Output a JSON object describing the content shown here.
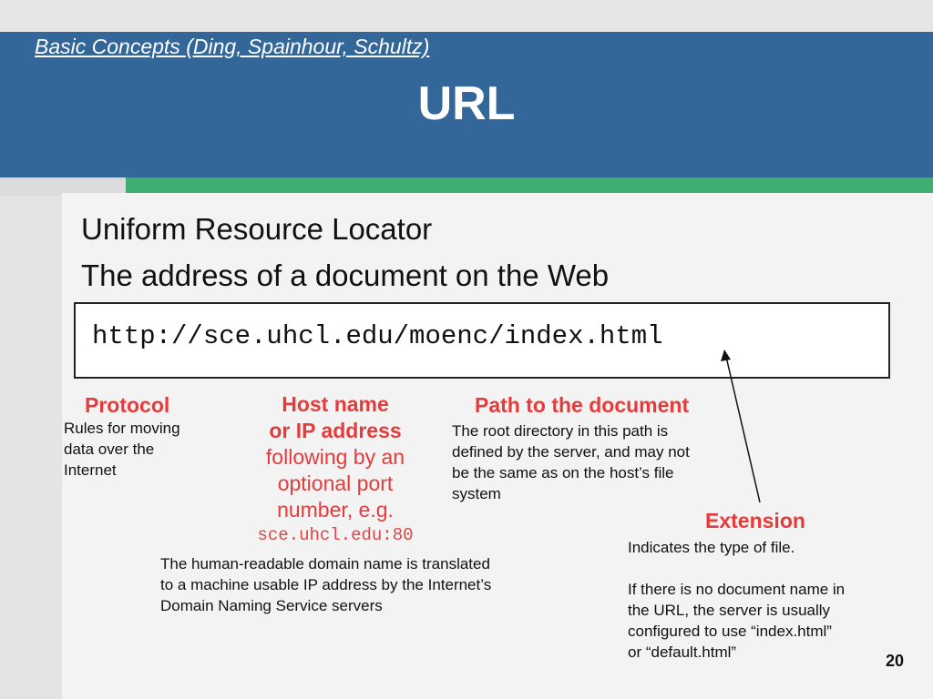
{
  "header": {
    "breadcrumb": "Basic Concepts (Ding, Spainhour, Schultz)",
    "title": "URL"
  },
  "main": {
    "line1": "Uniform Resource Locator",
    "line2": "The address of a document on the Web",
    "url": "http://sce.uhcl.edu/moenc/index.html"
  },
  "protocol": {
    "heading": "Protocol",
    "lines": [
      "Rules for moving",
      "data over the",
      "Internet"
    ]
  },
  "host": {
    "heading_lines": [
      "Host name",
      "or IP address"
    ],
    "normal_lines": [
      "following by an",
      "optional port",
      "number, e.g."
    ],
    "example": "sce.uhcl.edu:80",
    "note_lines": [
      "The human-readable domain name is translated",
      "to a machine usable IP address by the Internet’s",
      "Domain Naming Service servers"
    ]
  },
  "path": {
    "heading": "Path to the document",
    "lines": [
      "The root directory in this path is",
      "defined by the server, and may not",
      "be the same as on the host’s file",
      "system"
    ]
  },
  "extension": {
    "heading": "Extension",
    "line1": "Indicates the type of file.",
    "lines2": [
      "If there is no document name in",
      "the URL, the  server is usually",
      "configured to use “index.html”",
      "or “default.html”"
    ]
  },
  "page_number": "20",
  "colors": {
    "header_blue": "#336699",
    "accent_green": "#3fae72",
    "label_red": "#e63b3b"
  }
}
